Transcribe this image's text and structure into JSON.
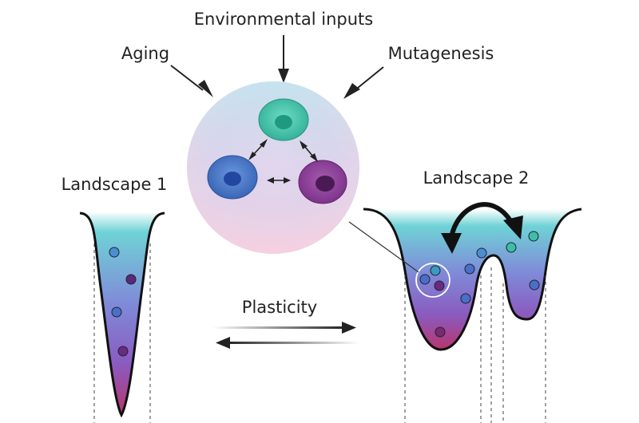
{
  "labels": {
    "environmental_inputs": "Environmental inputs",
    "aging": "Aging",
    "mutagenesis": "Mutagenesis",
    "landscape_1": "Landscape 1",
    "landscape_2": "Landscape 2",
    "plasticity": "Plasticity"
  },
  "colors": {
    "cell_teal": "#3cbfa6",
    "cell_blue": "#3f73c6",
    "cell_purple": "#8a3d96",
    "landscape_top": "#6fd3d6",
    "landscape_mid": "#8a74d2",
    "landscape_bottom": "#b8356e"
  }
}
